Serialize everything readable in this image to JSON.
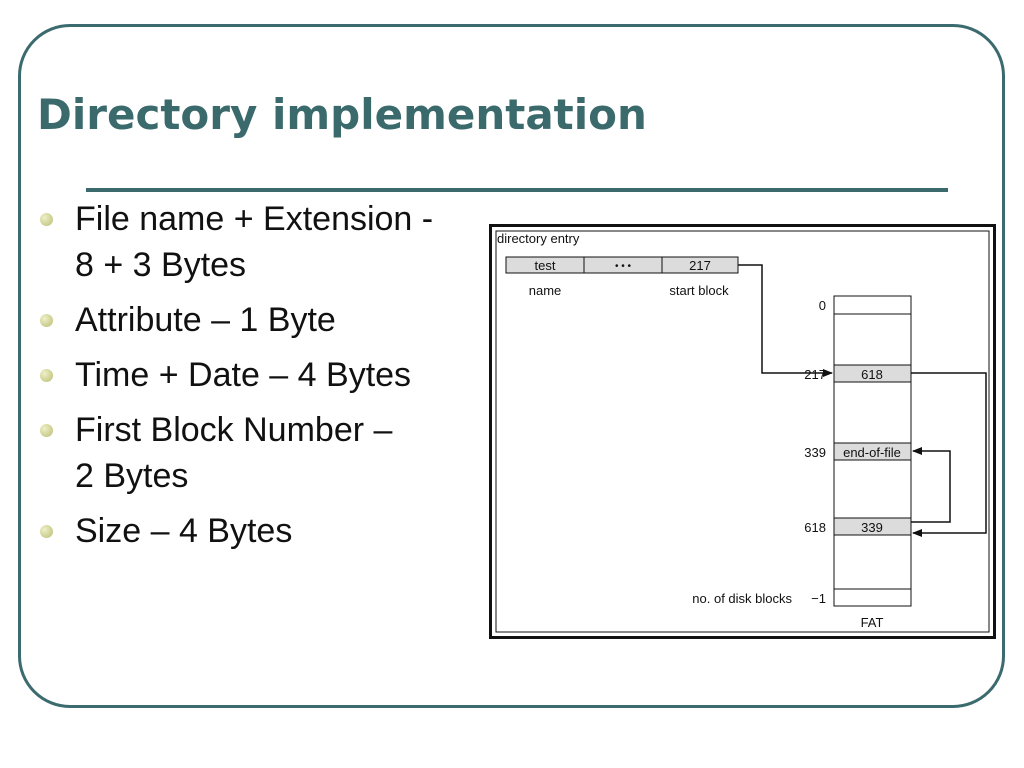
{
  "slide": {
    "title": "Directory implementation",
    "bullets": [
      {
        "line1": "File name + Extension -",
        "line2": "8 + 3 Bytes"
      },
      {
        "line1": "Attribute – 1 Byte",
        "line2": ""
      },
      {
        "line1": "Time + Date – 4 Bytes",
        "line2": ""
      },
      {
        "line1": "First Block Number –",
        "line2": "2 Bytes"
      },
      {
        "line1": "Size – 4 Bytes",
        "line2": ""
      }
    ]
  },
  "figure": {
    "caption": "directory entry",
    "entry": {
      "name_value": "test",
      "ellipsis": "• • •",
      "start_block_value": "217",
      "name_label": "name",
      "start_block_label": "start block"
    },
    "fat": {
      "label": "FAT",
      "rows": [
        {
          "index": "0",
          "value": "",
          "highlight": false
        },
        {
          "index": "217",
          "value": "618",
          "highlight": true
        },
        {
          "index": "339",
          "value": "end-of-file",
          "highlight": true
        },
        {
          "index": "618",
          "value": "339",
          "highlight": true
        },
        {
          "index": "−1",
          "value": "",
          "highlight": false
        }
      ],
      "bottom_label": "no. of disk blocks"
    }
  }
}
